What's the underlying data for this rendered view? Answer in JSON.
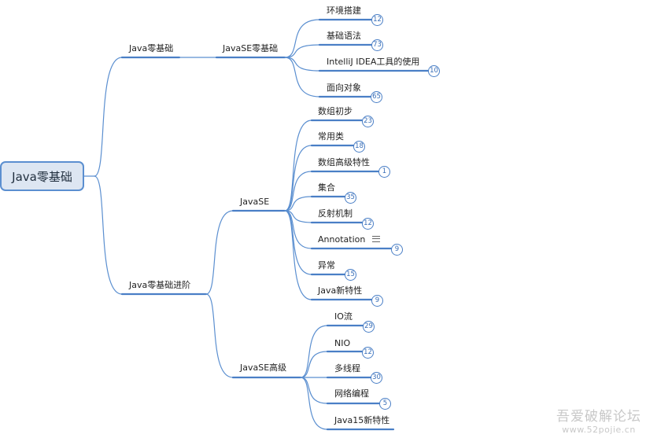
{
  "map": {
    "root": "Java零基础",
    "branches": [
      {
        "label": "Java零基础"
      },
      {
        "label": "Java零基础进阶"
      }
    ],
    "groups": [
      {
        "label": "JavaSE零基础"
      },
      {
        "label": "JavaSE"
      },
      {
        "label": "JavaSE高级"
      }
    ],
    "topics": [
      {
        "label": "环境搭建",
        "count": "12"
      },
      {
        "label": "基础语法",
        "count": "73"
      },
      {
        "label": "IntelliJ IDEA工具的使用",
        "count": "10"
      },
      {
        "label": "面向对象",
        "count": "65"
      },
      {
        "label": "数组初步",
        "count": "23"
      },
      {
        "label": "常用类",
        "count": "18"
      },
      {
        "label": "数组高级特性",
        "count": "1"
      },
      {
        "label": "集合",
        "count": "35"
      },
      {
        "label": "反射机制",
        "count": "12"
      },
      {
        "label": "Annotation",
        "count": "9"
      },
      {
        "label": "异常",
        "count": "15"
      },
      {
        "label": "Java新特性",
        "count": "9"
      },
      {
        "label": "IO流",
        "count": "29"
      },
      {
        "label": "NIO",
        "count": "12"
      },
      {
        "label": "多线程",
        "count": "30"
      },
      {
        "label": "网络编程",
        "count": "5"
      },
      {
        "label": "Java15新特性",
        "count": ""
      }
    ]
  },
  "watermark": {
    "site_name": "吾爱破解论坛",
    "site_url": "www.52pojie.cn"
  },
  "colors": {
    "line": "#5b8fd0",
    "underline": "#4a7fc6",
    "root_fill": "#dde6f2",
    "root_border": "#5b8fd0"
  }
}
